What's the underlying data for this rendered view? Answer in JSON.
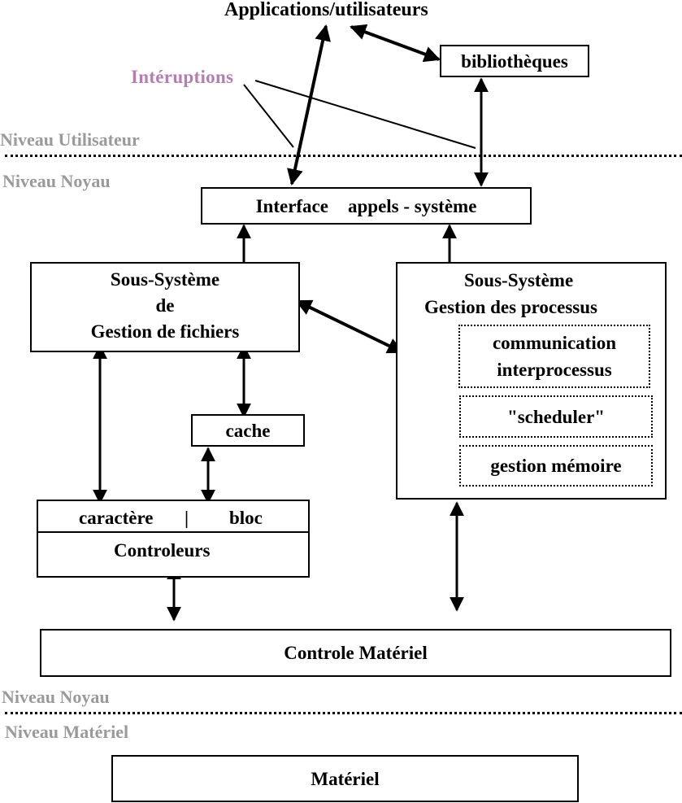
{
  "title": "Applications/utilisateurs",
  "interrupts_label": "Intéruptions",
  "levels": {
    "user_top": "Niveau Utilisateur",
    "kernel_top": "Niveau Noyau",
    "kernel_bottom": "Niveau Noyau",
    "hardware": "Niveau Matériel"
  },
  "boxes": {
    "libraries": "bibliothèques",
    "syscall_interface": {
      "left": "Interface",
      "right": "appels - système"
    },
    "file_subsystem": {
      "line1": "Sous-Système",
      "line2": "de",
      "line3": "Gestion de fichiers"
    },
    "process_subsystem": {
      "line1": "Sous-Système",
      "line2": "Gestion des processus",
      "modules": [
        {
          "line1": "communication",
          "line2": "interprocessus"
        },
        {
          "line1": "\"scheduler\""
        },
        {
          "line1": "gestion mémoire"
        }
      ]
    },
    "cache": "cache",
    "drivers": {
      "char": "caractère",
      "separator": "|",
      "block": "bloc",
      "label": "Controleurs"
    },
    "hardware_control": "Controle Matériel",
    "hardware": "Matériel"
  },
  "colors": {
    "level_text": "#9a9a9a",
    "interrupts_text": "#b37fb1",
    "lines": "#000000"
  }
}
